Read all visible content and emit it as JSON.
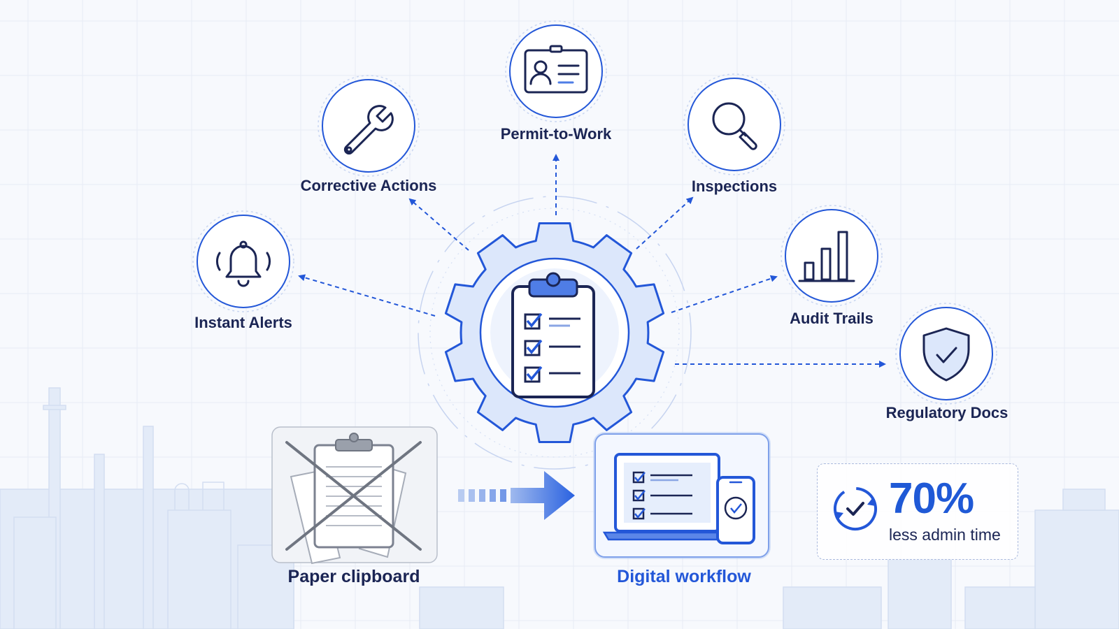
{
  "center": {
    "icon": "clipboard-checklist-gear-icon"
  },
  "features": [
    {
      "id": "instant-alerts",
      "label": "Instant Alerts",
      "icon": "bell-icon"
    },
    {
      "id": "corrective-actions",
      "label": "Corrective Actions",
      "icon": "wrench-icon"
    },
    {
      "id": "permit-to-work",
      "label": "Permit-to-Work",
      "icon": "id-card-icon"
    },
    {
      "id": "inspections",
      "label": "Inspections",
      "icon": "magnifier-icon"
    },
    {
      "id": "audit-trails",
      "label": "Audit Trails",
      "icon": "bar-chart-icon"
    },
    {
      "id": "regulatory-docs",
      "label": "Regulatory Docs",
      "icon": "shield-check-icon"
    }
  ],
  "comparison": {
    "before": {
      "label": "Paper clipboard",
      "icon": "crossed-clipboard-icon"
    },
    "after": {
      "label": "Digital workflow",
      "icon": "laptop-phone-icon"
    },
    "transition_icon": "right-arrow-icon"
  },
  "stat": {
    "value": "70%",
    "caption": "less admin time",
    "icon": "clock-cycle-icon"
  },
  "colors": {
    "primary": "#2357d8",
    "navy": "#1b2554",
    "light": "#dce7fb",
    "background": "#f7f9fd"
  }
}
